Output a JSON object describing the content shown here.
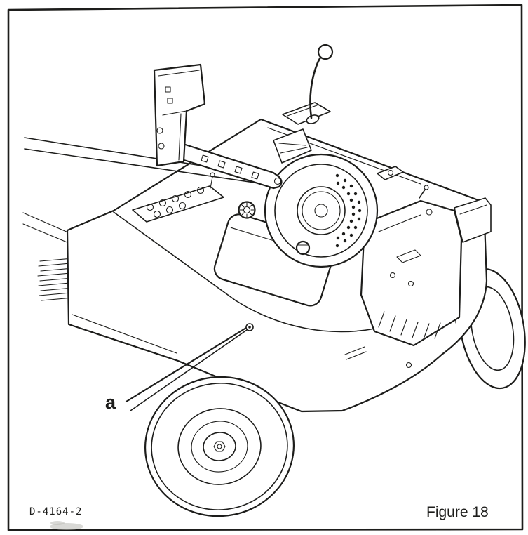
{
  "figure": {
    "drawing_number": "D-4164-2",
    "caption": "Figure 18",
    "callouts": [
      {
        "label": "a"
      }
    ]
  },
  "colors": {
    "ink": "#1d1d1b",
    "paper": "#ffffff"
  }
}
